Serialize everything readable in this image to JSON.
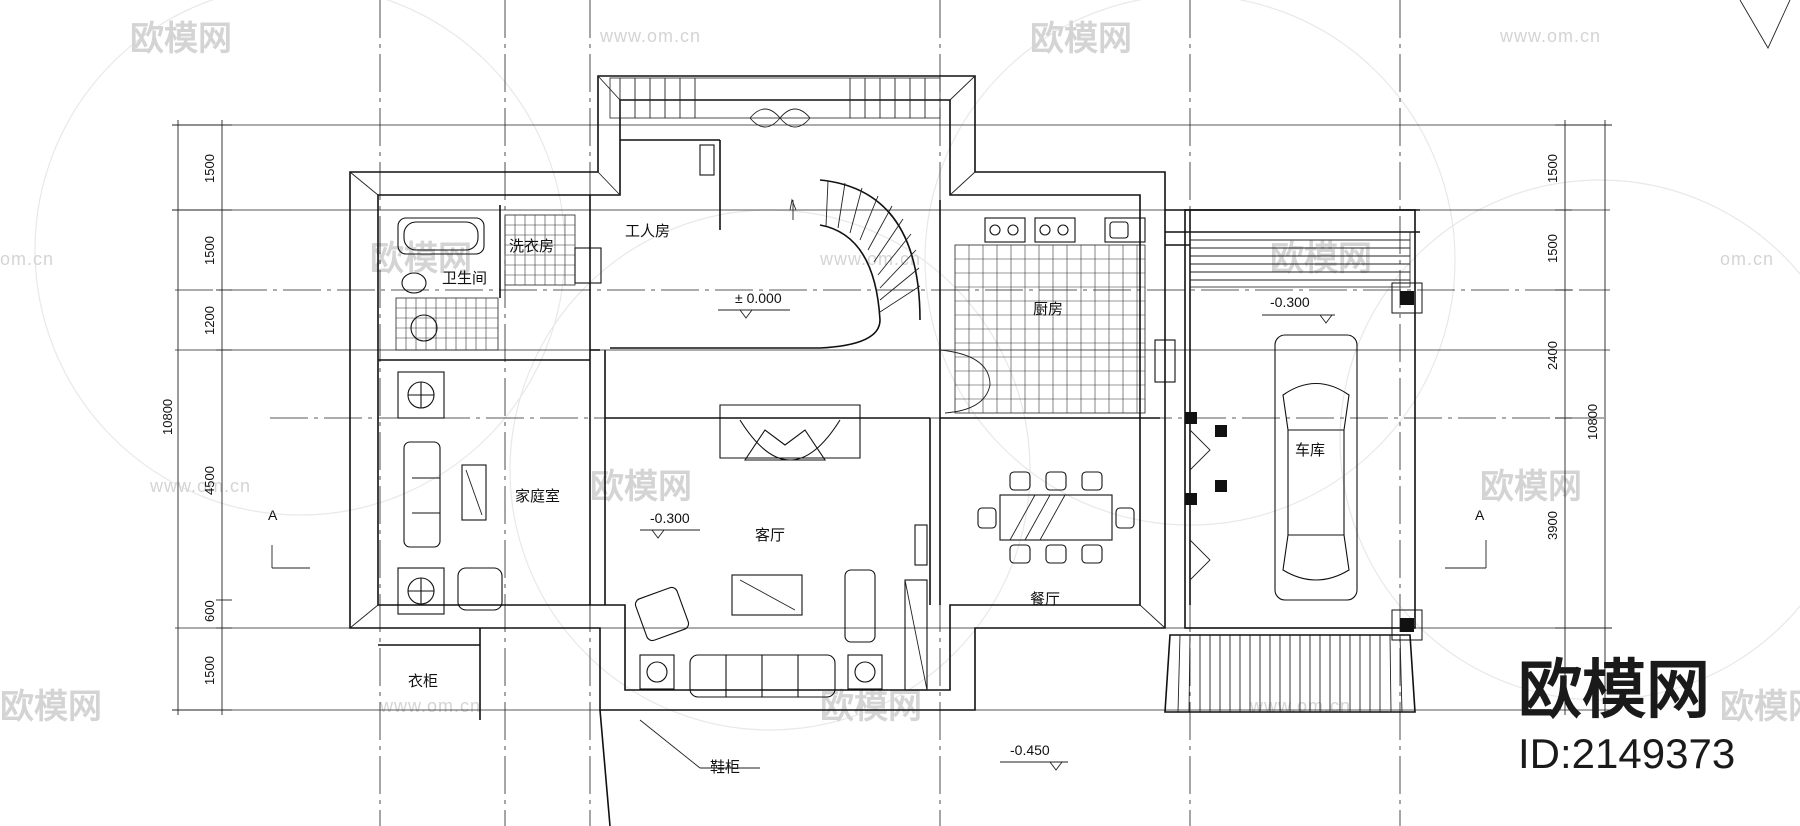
{
  "rooms": {
    "family_room": "家庭室",
    "living_room": "客厅",
    "dining_room": "餐厅",
    "kitchen": "厨房",
    "garage": "车库",
    "servant_room": "工人房",
    "laundry": "洗衣房",
    "bathroom": "卫生间",
    "wardrobe": "衣柜",
    "shoe_cabinet": "鞋柜"
  },
  "levels": {
    "stair_hall": "± 0.000",
    "living": "-0.300",
    "garage": "-0.300",
    "outside": "-0.450"
  },
  "dimensions": {
    "left": [
      "1500",
      "1500",
      "1200",
      "4500",
      "600",
      "1500"
    ],
    "left_total": "10800",
    "right": [
      "1500",
      "1500",
      "2400",
      "3900"
    ],
    "right_total": "10800"
  },
  "section_marks": {
    "left": "A",
    "right": "A"
  },
  "watermark": {
    "brand": "欧模网",
    "site": "www.om.cn",
    "site_short": "om.cn"
  },
  "branding": {
    "name": "欧模网",
    "id": "ID:2149373"
  }
}
